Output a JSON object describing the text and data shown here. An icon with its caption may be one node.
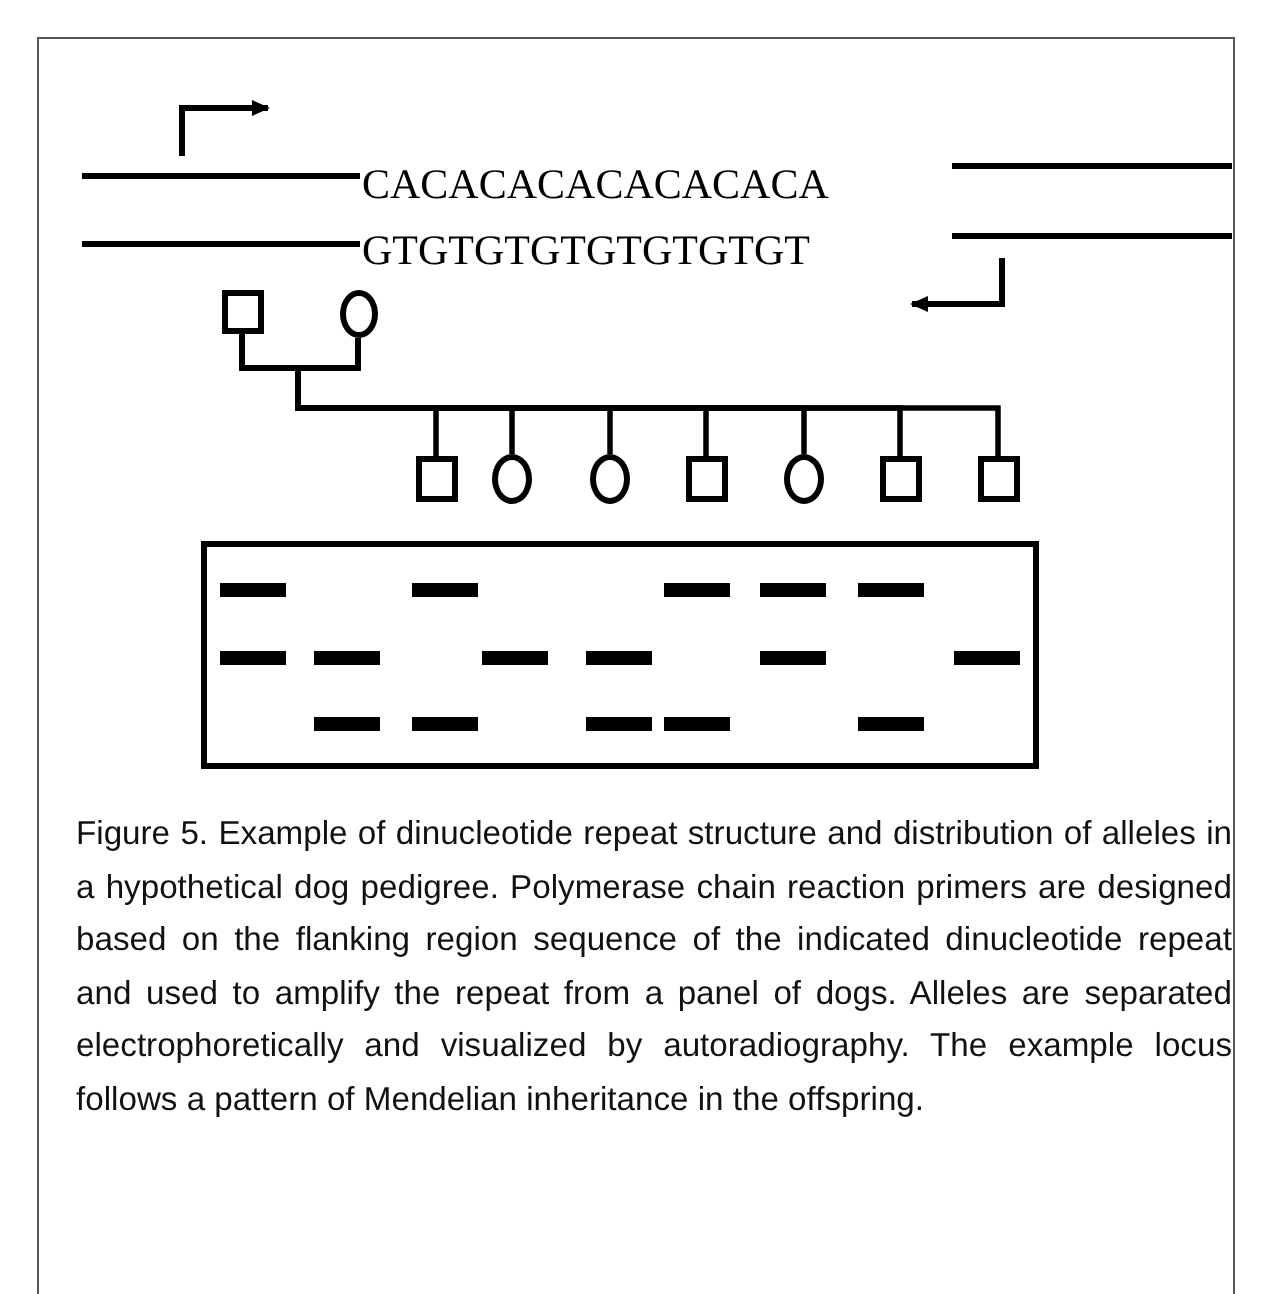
{
  "diagram": {
    "caption": "Figure 5. Example of dinucleotide repeat structure and distribution of alleles in a hypothetical dog pedigree. Polymerase chain reaction primers are designed based on the flanking region sequence of the indicated dinucleotide repeat and used to amplify the repeat from a panel of dogs. Alleles are separated electrophoretically and visualized by autoradiography. The example locus follows a pattern of Mendelian inheritance in the offspring.",
    "nodes": [
      {
        "text": [],
        "shape": "box"
      },
      {
        "text": [],
        "shape": "circle"
      },
      {
        "text": [],
        "shape": "box"
      },
      {
        "text": [],
        "shape": "circle"
      },
      {
        "text": [],
        "shape": "circle"
      },
      {
        "text": [],
        "shape": "box"
      },
      {
        "text": [],
        "shape": "circle"
      },
      {
        "text": [],
        "shape": "box"
      },
      {
        "text": [],
        "shape": "box"
      }
    ],
    "edges": [
      {
        "from": 0,
        "to": 1,
        "arrow": "none"
      },
      {
        "from": 0,
        "to": 2,
        "arrow": "none"
      },
      {
        "from": 1,
        "to": 2,
        "arrow": "none"
      },
      {
        "from": 0,
        "to": 3,
        "arrow": "none"
      },
      {
        "from": 1,
        "to": 3,
        "arrow": "none"
      },
      {
        "from": 0,
        "to": 4,
        "arrow": "none"
      },
      {
        "from": 1,
        "to": 4,
        "arrow": "none"
      },
      {
        "from": 0,
        "to": 5,
        "arrow": "none"
      },
      {
        "from": 1,
        "to": 5,
        "arrow": "none"
      },
      {
        "from": 0,
        "to": 6,
        "arrow": "none"
      },
      {
        "from": 1,
        "to": 6,
        "arrow": "none"
      },
      {
        "from": 0,
        "to": 7,
        "arrow": "none"
      },
      {
        "from": 1,
        "to": 7,
        "arrow": "none"
      },
      {
        "from": 0,
        "to": 8,
        "arrow": "none"
      },
      {
        "from": 1,
        "to": 8,
        "arrow": "none"
      }
    ],
    "labels": [
      "CACACACACACACACA",
      "GTGTGTGTGTGTGTGT"
    ]
  }
}
